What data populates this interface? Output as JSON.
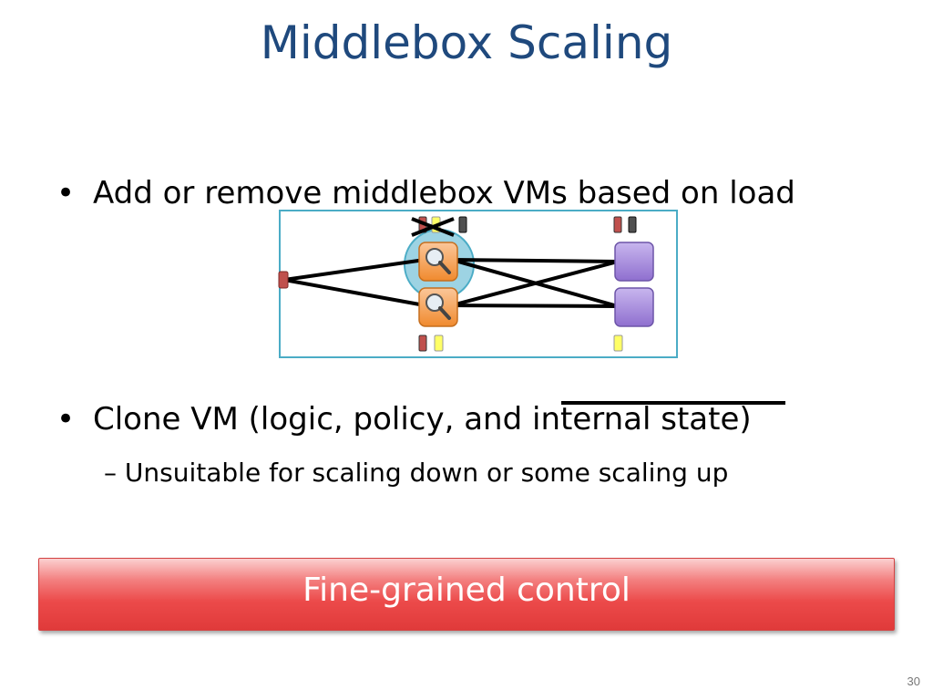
{
  "slide": {
    "title": "Middlebox Scaling",
    "bullets": [
      "Add or remove middlebox VMs based on load",
      "Clone VM (logic, policy, and internal state)"
    ],
    "sub_bullet_dash": "–",
    "sub_bullet": "Unsuitable for scaling down or some scaling up",
    "banner_label": "Fine-grained control",
    "page_number": "30",
    "bullet_char": "•"
  },
  "colors": {
    "title": "#1f497d",
    "frame": "#4bacc6",
    "middlebox_orange": "#f79646",
    "server_purple": "#9b7fd4",
    "state_red": "#c0504d",
    "state_yellow": "#ffff66",
    "state_dark": "#404040",
    "banner_red": "#e63c3c"
  },
  "icons": {
    "middlebox": "magnifier-icon",
    "server": "server-box-icon"
  }
}
